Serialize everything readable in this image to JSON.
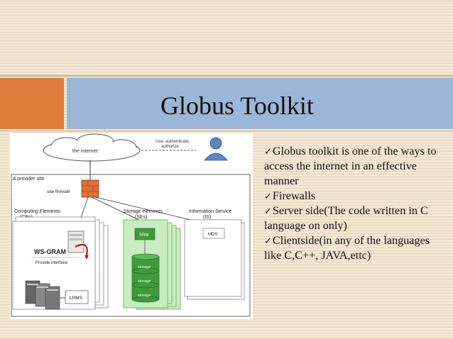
{
  "slide": {
    "title": "Globus Toolkit",
    "check_icon": "✓",
    "bullets": [
      "Globus toolkit is one of the ways to access the internet in an effective manner",
      "Firewalls",
      "Server side(The code written in C language on only)",
      "Clientside(in any of the languages like C,C++, JAVA,ettc)"
    ]
  },
  "diagram": {
    "internet_label": "the Internet",
    "use_label_1": "Use, authenticate,",
    "use_label_2": "authorize",
    "provider_site": "A provider site",
    "site_firewall": "site firewall",
    "computing_1": "Computing Elements",
    "computing_2": "(CEs)",
    "storage_1": "Storage elements",
    "storage_2": "(SEs)",
    "info_1": "Information Service",
    "info_2": "(IS)",
    "srm": "SRM",
    "mds": "MDS",
    "ws_gram": "WS-GRAM",
    "provide_interface": "Provide interface",
    "lrms": "LRMS",
    "storage_disk": "storage"
  }
}
